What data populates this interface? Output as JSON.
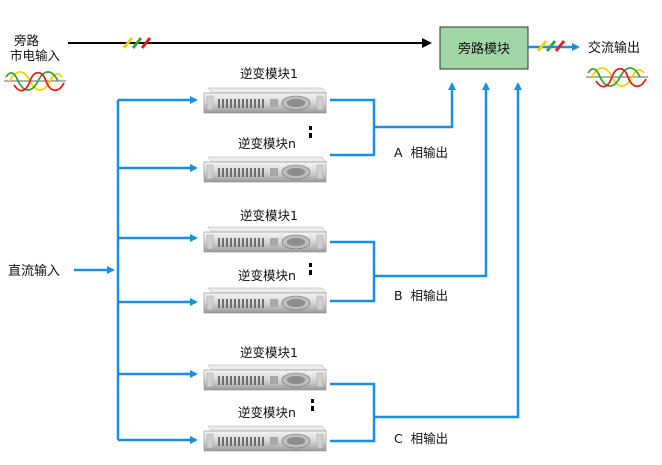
{
  "bypass_input": {
    "line1": "旁路",
    "line2": "市电输入"
  },
  "bypass_module": {
    "label": "旁路模块"
  },
  "ac_output": {
    "label": "交流输出"
  },
  "dc_input": {
    "label": "直流输入"
  },
  "groups": [
    {
      "phase_label": "A  相输出",
      "module_first": "逆变模块1",
      "module_last": "逆变模块n"
    },
    {
      "phase_label": "B  相输出",
      "module_first": "逆变模块1",
      "module_last": "逆变模块n"
    },
    {
      "phase_label": "C  相输出",
      "module_first": "逆变模块1",
      "module_last": "逆变模块n"
    }
  ],
  "colors": {
    "flow_line": "#1a8fe0",
    "bypass_line": "#000000",
    "bypass_module_fill": "#9fd5a7",
    "phase_yellow": "#f2d300",
    "phase_green": "#3aa13a",
    "phase_red": "#e02020"
  },
  "icons": [
    "inverter-rack-unit-icon",
    "three-phase-sine-wave-icon",
    "three-phase-hash-marks-icon",
    "continuation-dots-icon"
  ]
}
